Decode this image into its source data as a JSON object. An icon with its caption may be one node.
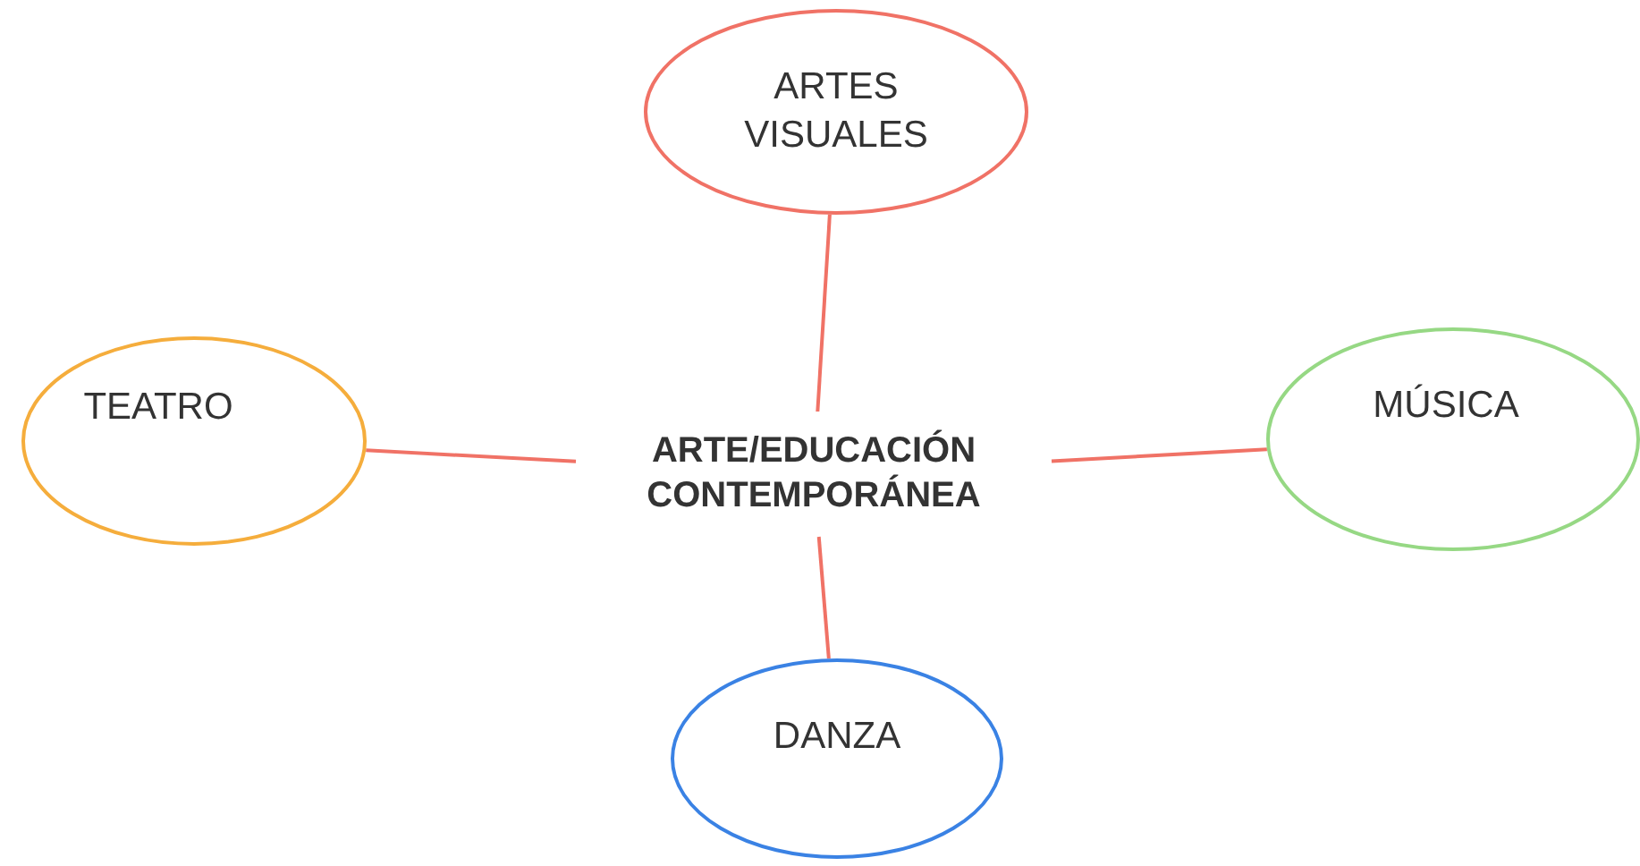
{
  "diagram": {
    "nodes": [
      {
        "text": [
          "ARTES VISUALES"
        ]
      },
      {
        "text": [
          "TEATRO"
        ]
      },
      {
        "text": [
          "ARTE/EDUCACIÓN CONTEMPORÁNEA"
        ]
      },
      {
        "text": [
          "MÚSICA"
        ]
      },
      {
        "text": [
          "DANZA"
        ]
      }
    ],
    "edges": [
      {
        "from": 2,
        "to": 0,
        "arrow": "none"
      },
      {
        "from": 2,
        "to": 1,
        "arrow": "none"
      },
      {
        "from": 2,
        "to": 3,
        "arrow": "none"
      },
      {
        "from": 2,
        "to": 4,
        "arrow": "none"
      }
    ]
  }
}
